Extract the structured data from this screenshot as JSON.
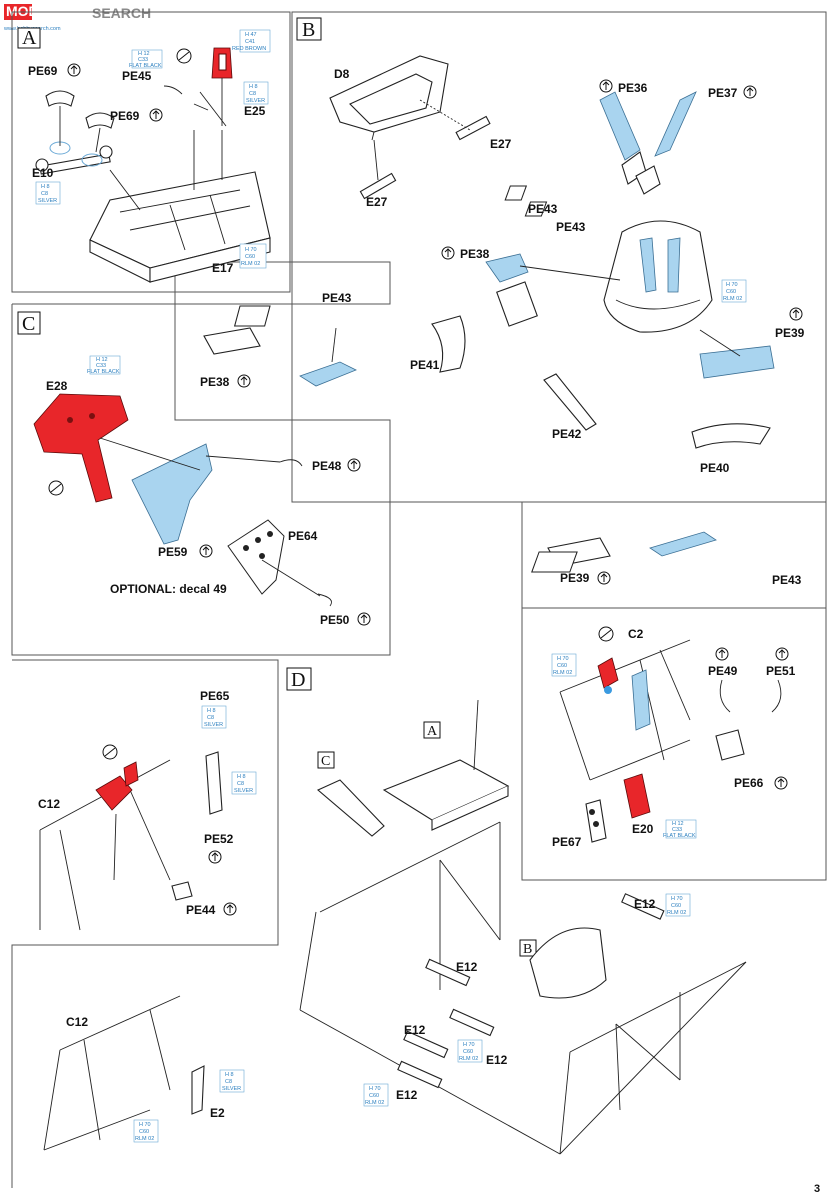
{
  "watermark": {
    "brand": "SEARCH",
    "logo_text": "MODEL",
    "url": "www.hobbysearch.com"
  },
  "page_number": "3",
  "sections": {
    "A": {
      "label": "A",
      "parts": [
        "PE69",
        "PE45",
        "PE69",
        "E25",
        "E10",
        "E17"
      ]
    },
    "B": {
      "label": "B",
      "parts": [
        "D8",
        "E27",
        "E27",
        "PE36",
        "PE37",
        "PE43",
        "PE43",
        "PE38",
        "PE41",
        "PE42",
        "PE39",
        "PE40"
      ]
    },
    "C": {
      "label": "C",
      "parts": [
        "E28",
        "PE48",
        "PE59",
        "PE64",
        "PE50"
      ],
      "note": "OPTIONAL: decal 49"
    },
    "D": {
      "label": "D",
      "parts": [
        "C2",
        "PE49",
        "PE51",
        "PE66",
        "PE67",
        "E20",
        "PE65",
        "C12",
        "PE52",
        "PE44",
        "C12",
        "E2",
        "E12",
        "E12",
        "E12",
        "E12",
        "E12"
      ]
    }
  },
  "insets": {
    "pe38_43": [
      "PE43",
      "PE38"
    ],
    "pe39_43": [
      "PE39",
      "PE43"
    ]
  },
  "sub_labels": [
    "A",
    "C",
    "B"
  ],
  "callouts": {
    "a_e25": [
      "H 47",
      "C41",
      "RED BROWN"
    ],
    "a_pe45": [
      "H 12",
      "C33",
      "FLAT BLACK"
    ],
    "a_silver1": [
      "H 8",
      "C8",
      "SILVER"
    ],
    "a_silver2": [
      "H 8",
      "C8",
      "SILVER"
    ],
    "a_rlm": [
      "H 70",
      "C60",
      "RLM 02"
    ],
    "b_rlm": [
      "H 70",
      "C60",
      "RLM 02"
    ],
    "c_black": [
      "H 12",
      "C33",
      "FLAT BLACK"
    ],
    "d_c2": [
      "H 70",
      "C60",
      "RLM 02"
    ],
    "d_e20": [
      "H 12",
      "C33",
      "FLAT BLACK"
    ],
    "d_pe65": [
      "H 8",
      "C8",
      "SILVER"
    ],
    "d_pe52": [
      "H 8",
      "C8",
      "SILVER"
    ],
    "d_c12": [
      "H 70",
      "C60",
      "RLM 02"
    ],
    "d_e2": [
      "H 8",
      "C8",
      "SILVER"
    ],
    "d_e12a": [
      "H 70",
      "C60",
      "RLM 02"
    ],
    "d_e12b": [
      "H 70",
      "C60",
      "RLM 02"
    ],
    "d_e12c": [
      "H 70",
      "C60",
      "RLM 02"
    ]
  },
  "colors": {
    "red": "#e8262a",
    "blue": "#a9d4ef",
    "callout": "#2b7fbf",
    "ink": "#111111"
  },
  "icons": [
    "photo-etch-arrow-icon",
    "paint-circle-icon"
  ]
}
